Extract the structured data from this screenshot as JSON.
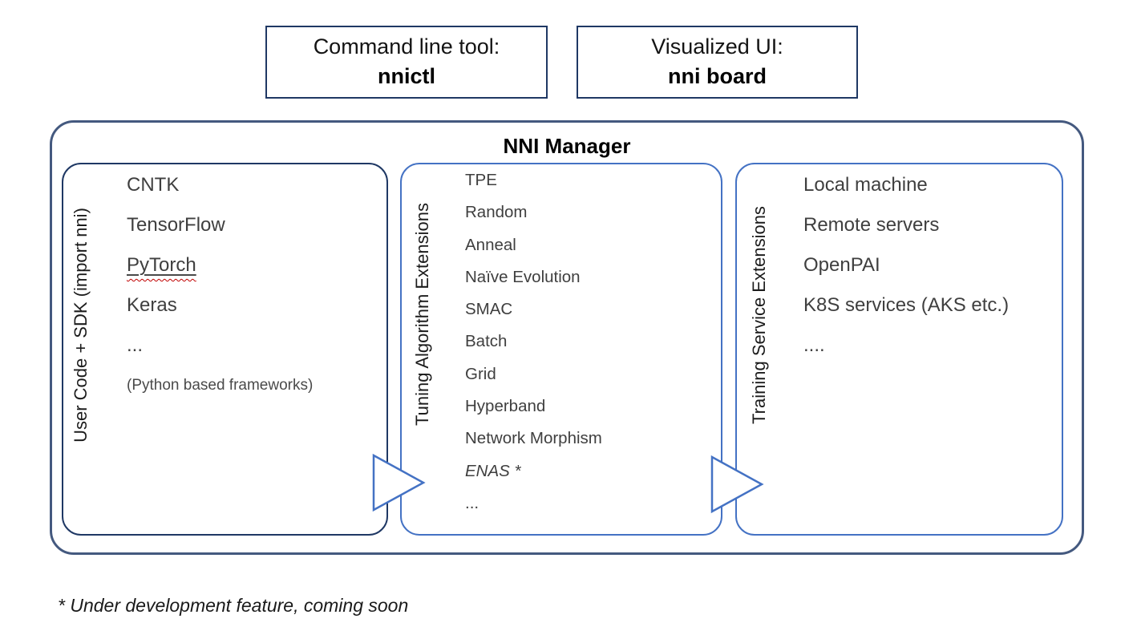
{
  "top_boxes": [
    {
      "label": "Command line tool:",
      "name": "nnictl"
    },
    {
      "label": "Visualized UI:",
      "name": "nni board"
    }
  ],
  "manager": {
    "title": "NNI Manager",
    "columns": [
      {
        "side_label": "User Code + SDK (import nni)",
        "items": [
          "CNTK",
          "TensorFlow",
          "PyTorch",
          "Keras",
          "...",
          "(Python based frameworks)"
        ]
      },
      {
        "side_label": "Tuning Algorithm Extensions",
        "items": [
          "TPE",
          "Random",
          "Anneal",
          "Naïve Evolution",
          "SMAC",
          "Batch",
          "Grid",
          "Hyperband",
          "Network Morphism",
          "ENAS *",
          "..."
        ]
      },
      {
        "side_label": "Training Service Extensions",
        "items": [
          "Local machine",
          "Remote servers",
          "OpenPAI",
          "K8S services (AKS etc.)",
          "...."
        ]
      }
    ]
  },
  "footnote": "* Under development feature, coming soon",
  "icons": {
    "arrow_between_boxes": "right-triangle-flow-arrow"
  },
  "colors": {
    "dark_navy_border": "#1F3864",
    "outer_border": "#44597F",
    "blue_border": "#4472C4",
    "item_text": "#3F3F3F",
    "spellcheck_red": "#C00000"
  }
}
